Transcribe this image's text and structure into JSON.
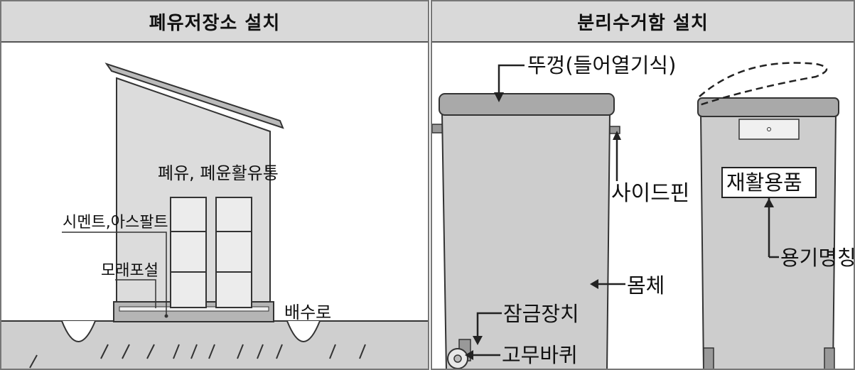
{
  "left_panel": {
    "title": "폐유저장소 설치",
    "labels": {
      "drums": "폐유, 폐윤활유통",
      "cement": "시멘트,아스팔트",
      "sand": "모래포설",
      "drain": "배수로"
    }
  },
  "right_panel": {
    "title": "분리수거함 설치",
    "labels": {
      "lid": "뚜껑(들어열기식)",
      "side_pin": "사이드핀",
      "body": "몸체",
      "lock": "잠금장치",
      "wheel": "고무바퀴",
      "recyclables": "재활용품",
      "container_name": "용기명칭"
    }
  },
  "colors": {
    "header_bg": "#d9d9d9",
    "building_fill": "#dcdcdc",
    "ground_fill": "#c9c9c9",
    "bin_body": "#cdcdcd",
    "bin_lid": "#a9a9a9"
  }
}
